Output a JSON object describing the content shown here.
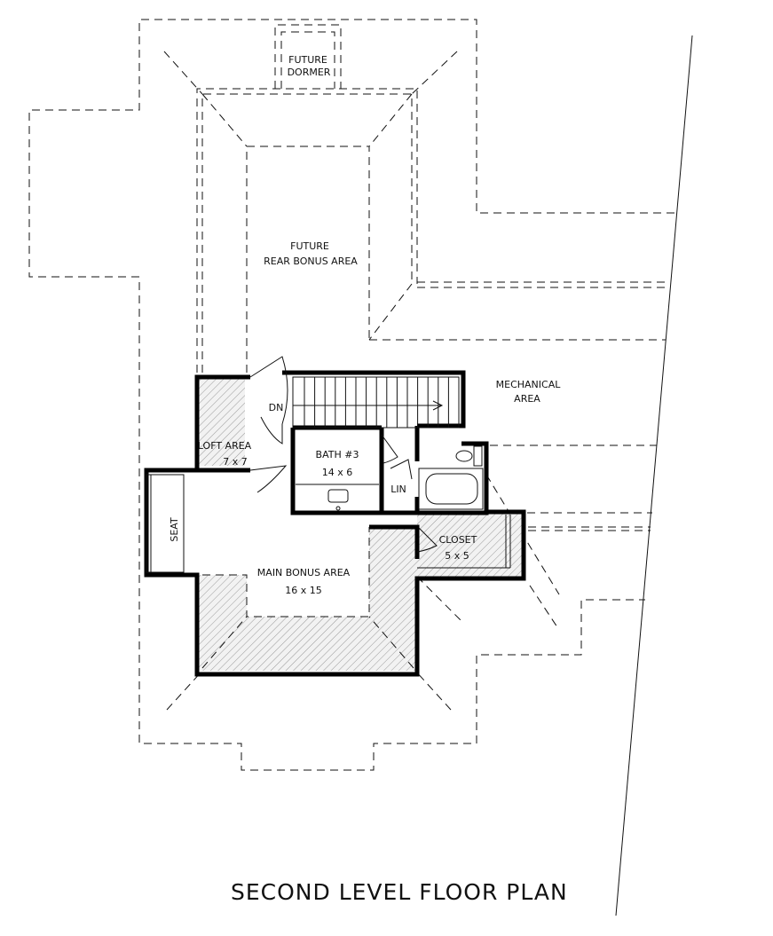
{
  "title": "SECOND LEVEL FLOOR PLAN",
  "rooms": {
    "future_dormer": [
      "FUTURE",
      "DORMER"
    ],
    "future_rear_bonus": [
      "FUTURE",
      "REAR BONUS AREA"
    ],
    "mechanical": [
      "MECHANICAL",
      "AREA"
    ],
    "loft": [
      "LOFT AREA",
      "7 x 7"
    ],
    "bath": [
      "BATH #3",
      "14 x 6"
    ],
    "linen": "LIN",
    "seat": "SEAT",
    "closet": [
      "CLOSET",
      "5 x 5"
    ],
    "main_bonus": [
      "MAIN BONUS AREA",
      "16 x 15"
    ]
  },
  "stair_label": "DN"
}
